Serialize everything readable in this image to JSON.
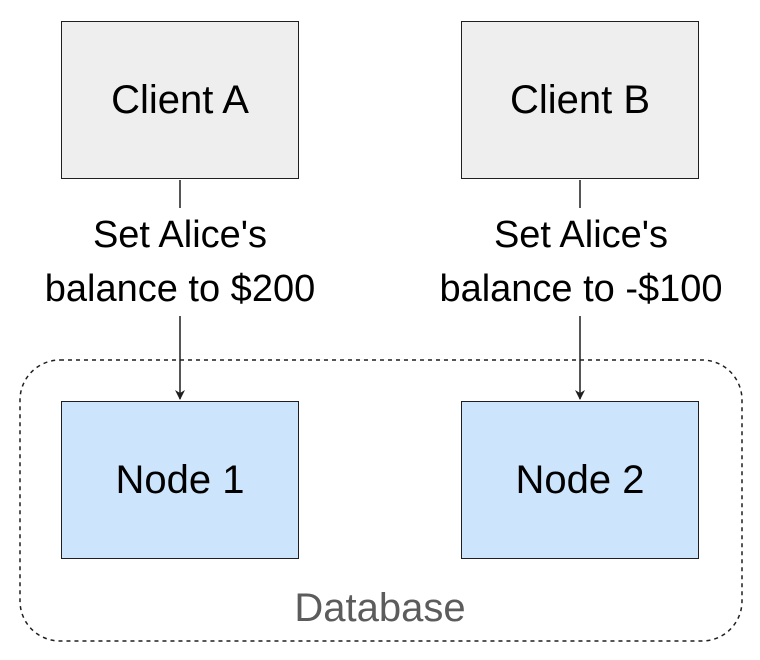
{
  "clients": [
    {
      "label": "Client A"
    },
    {
      "label": "Client B"
    }
  ],
  "nodes": [
    {
      "label": "Node 1"
    },
    {
      "label": "Node 2"
    }
  ],
  "edges": [
    {
      "from": "Client A",
      "to": "Node 1",
      "label_line1": "Set Alice's",
      "label_line2": "balance to $200"
    },
    {
      "from": "Client B",
      "to": "Node 2",
      "label_line1": "Set Alice's",
      "label_line2": "balance to -$100"
    }
  ],
  "database": {
    "label": "Database"
  },
  "colors": {
    "client_fill": "#eeeeee",
    "node_fill": "#cce5fc",
    "stroke": "#1f1f1f",
    "database_label": "#5c5c5c"
  }
}
